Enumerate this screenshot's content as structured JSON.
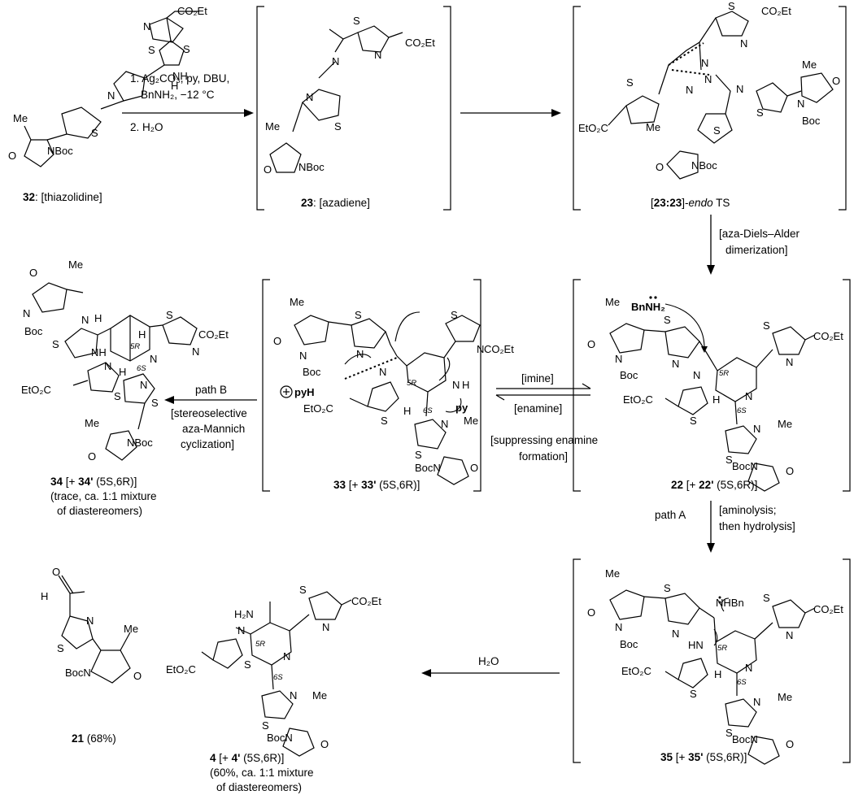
{
  "compounds": {
    "c32": {
      "num": "32",
      "desc": ": [thiazolidine]"
    },
    "c23": {
      "num": "23",
      "desc": ": [azadiene]"
    },
    "ts": {
      "open": "[",
      "num": "23:23",
      "close": "]-",
      "endo": "endo",
      "tail": " TS"
    },
    "c22": {
      "num": "22",
      "mid": "  [+ ",
      "prime": "22'",
      "config": " (5S,6R)]"
    },
    "c33": {
      "num": "33",
      "mid": " [+ ",
      "prime": "33'",
      "config": " (5S,6R)]"
    },
    "c34": {
      "num": "34",
      "mid": " [+ ",
      "prime": "34'",
      "config": " (5S,6R)]",
      "note1": "(trace, ca. 1:1 mixture",
      "note2": "of diastereomers)"
    },
    "c35": {
      "num": "35",
      "mid": "  [+ ",
      "prime": "35'",
      "config": " (5S,6R)]"
    },
    "c21": {
      "num": "21",
      "yield": " (68%)"
    },
    "c4": {
      "num": "4",
      "mid": " [+ ",
      "prime": "4'",
      "config": " (5S,6R)]",
      "note1": "(60%, ca. 1:1 mixture",
      "note2": "of diastereomers)"
    }
  },
  "conditions": {
    "step1_line1": "1. Ag₂CO₃, py, DBU,",
    "step1_line2": "BnNH₂, −12 °C",
    "step1_line3": "2. H₂O",
    "dimer1": "[aza-Diels–Alder",
    "dimer2": "dimerization]",
    "pathB": "path B",
    "pathB_note1": "[stereoselective",
    "pathB_note2": "aza-Mannich",
    "pathB_note3": "cyclization]",
    "imine": "[imine]",
    "enamine": "[enamine]",
    "suppress1": "[suppressing enamine",
    "suppress2": "formation]",
    "pathA": "path A",
    "aminolysis1": "[aminolysis;",
    "aminolysis2": "then hydrolysis]",
    "water": "H₂O"
  },
  "atoms": {
    "me": "Me",
    "nboc": "NBoc",
    "boc": "Boc",
    "bocn": "BocN",
    "o": "O",
    "n": "N",
    "s": "S",
    "h": "H",
    "nh": "NH",
    "hn": "HN",
    "co2et": "CO₂Et",
    "eto2c": "EtO₂C",
    "bnnh2": "BnNH₂",
    "pyh": "pyH",
    "py": "py",
    "h2n": "H₂N",
    "nhbn": "NHBn",
    "r5": "5R",
    "s6": "6S",
    "oxygen": "O"
  }
}
